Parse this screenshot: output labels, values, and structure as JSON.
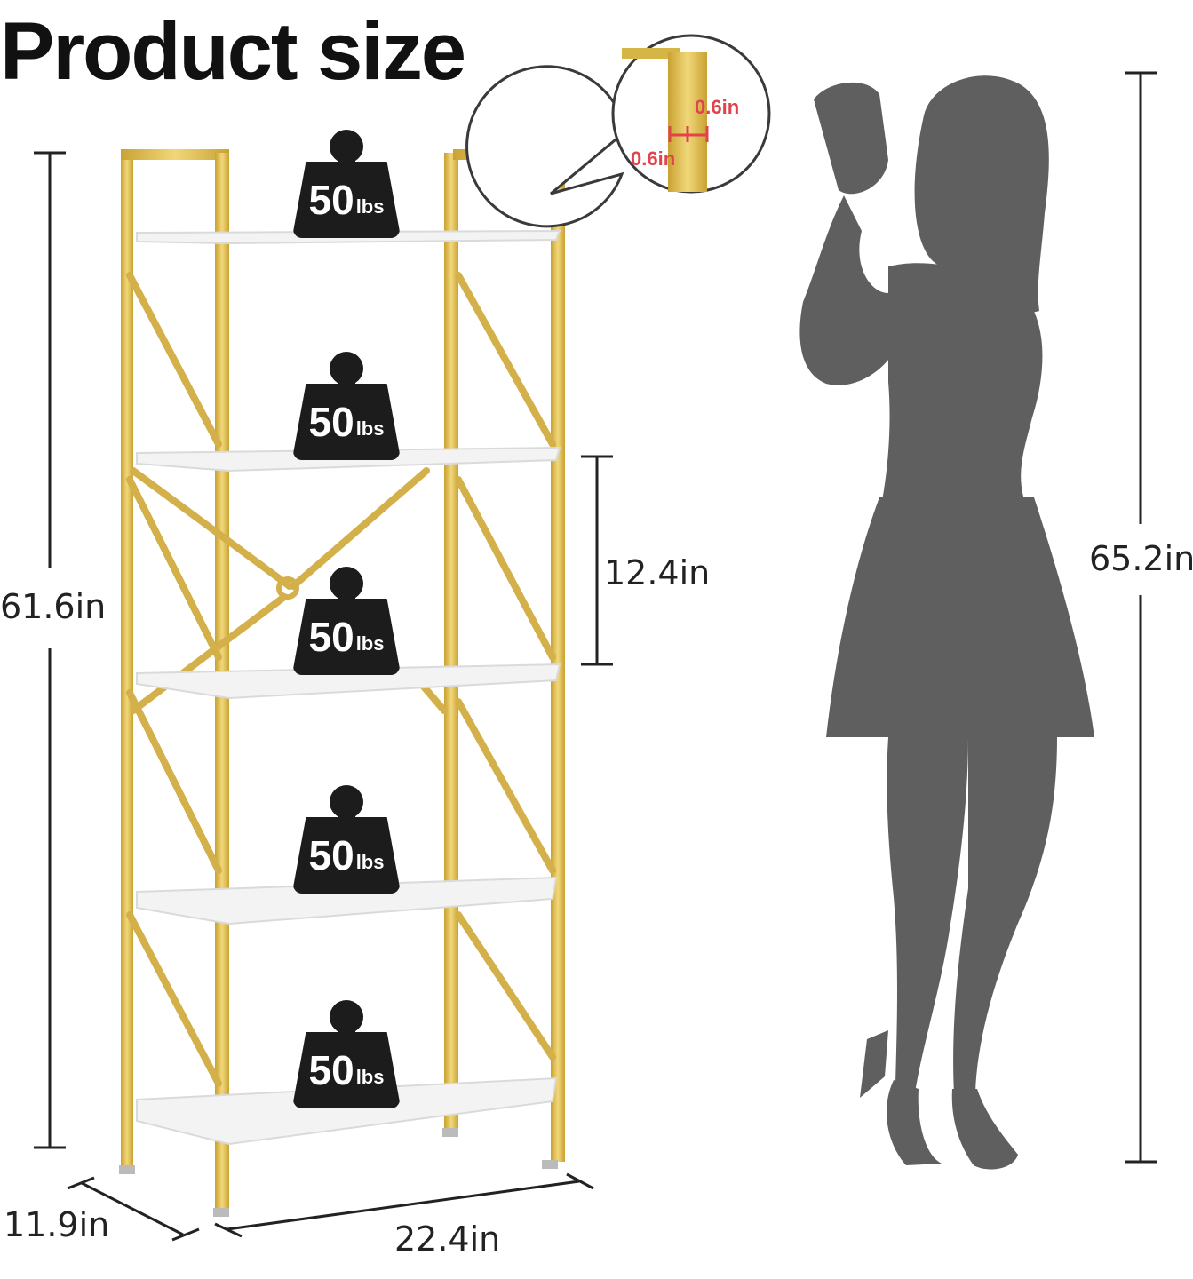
{
  "title": "Product size",
  "dimensions": {
    "height": "61.6in",
    "shelf_gap": "12.4in",
    "person_height": "65.2in",
    "depth": "11.9in",
    "width": "22.4in"
  },
  "tube_detail": {
    "thickness_a": "0.6in",
    "thickness_b": "0.6in"
  },
  "shelf_load": {
    "value": "50",
    "unit": "lbs",
    "count": 5
  },
  "colors": {
    "frame_gold": "#d6b547",
    "shelf_white": "#f2f2f2",
    "silhouette_gray": "#5f5f5f",
    "weight_black": "#1c1c1c",
    "callout_red": "#e0434b"
  }
}
